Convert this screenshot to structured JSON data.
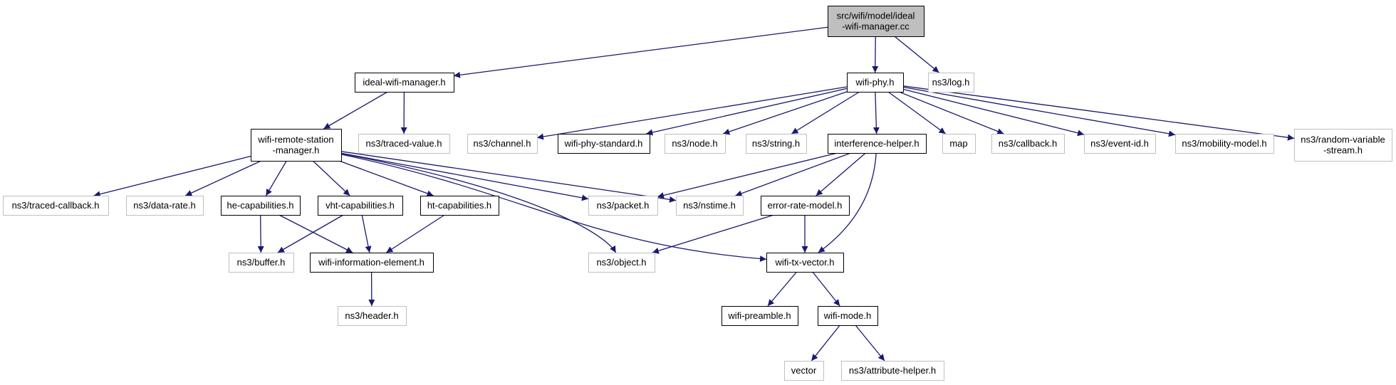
{
  "colors": {
    "edge": "#191970",
    "documented_border": "#000000",
    "undocumented_border": "#c0c0c0",
    "root_fill": "#bfbfbf",
    "fill": "#ffffff"
  },
  "nodes": [
    {
      "id": "root",
      "lines": [
        "src/wifi/model/ideal",
        "-wifi-manager.cc"
      ],
      "kind": "root"
    },
    {
      "id": "ideal_wifi_manager_h",
      "lines": [
        "ideal-wifi-manager.h"
      ],
      "kind": "documented"
    },
    {
      "id": "wifi_phy_h",
      "lines": [
        "wifi-phy.h"
      ],
      "kind": "documented"
    },
    {
      "id": "ns3_log_h",
      "lines": [
        "ns3/log.h"
      ],
      "kind": "external"
    },
    {
      "id": "wifi_remote_station_manager_h",
      "lines": [
        "wifi-remote-station",
        "-manager.h"
      ],
      "kind": "documented"
    },
    {
      "id": "ns3_traced_value_h",
      "lines": [
        "ns3/traced-value.h"
      ],
      "kind": "external"
    },
    {
      "id": "ns3_channel_h",
      "lines": [
        "ns3/channel.h"
      ],
      "kind": "external"
    },
    {
      "id": "wifi_phy_standard_h",
      "lines": [
        "wifi-phy-standard.h"
      ],
      "kind": "documented"
    },
    {
      "id": "ns3_node_h",
      "lines": [
        "ns3/node.h"
      ],
      "kind": "external"
    },
    {
      "id": "ns3_string_h",
      "lines": [
        "ns3/string.h"
      ],
      "kind": "external"
    },
    {
      "id": "interference_helper_h",
      "lines": [
        "interference-helper.h"
      ],
      "kind": "documented"
    },
    {
      "id": "map",
      "lines": [
        "map"
      ],
      "kind": "external"
    },
    {
      "id": "ns3_callback_h",
      "lines": [
        "ns3/callback.h"
      ],
      "kind": "external"
    },
    {
      "id": "ns3_event_id_h",
      "lines": [
        "ns3/event-id.h"
      ],
      "kind": "external"
    },
    {
      "id": "ns3_mobility_model_h",
      "lines": [
        "ns3/mobility-model.h"
      ],
      "kind": "external"
    },
    {
      "id": "ns3_random_variable_stream_h",
      "lines": [
        "ns3/random-variable",
        "-stream.h"
      ],
      "kind": "external"
    },
    {
      "id": "ns3_traced_callback_h",
      "lines": [
        "ns3/traced-callback.h"
      ],
      "kind": "external"
    },
    {
      "id": "ns3_data_rate_h",
      "lines": [
        "ns3/data-rate.h"
      ],
      "kind": "external"
    },
    {
      "id": "he_capabilities_h",
      "lines": [
        "he-capabilities.h"
      ],
      "kind": "documented"
    },
    {
      "id": "vht_capabilities_h",
      "lines": [
        "vht-capabilities.h"
      ],
      "kind": "documented"
    },
    {
      "id": "ht_capabilities_h",
      "lines": [
        "ht-capabilities.h"
      ],
      "kind": "documented"
    },
    {
      "id": "ns3_packet_h",
      "lines": [
        "ns3/packet.h"
      ],
      "kind": "external"
    },
    {
      "id": "ns3_nstime_h",
      "lines": [
        "ns3/nstime.h"
      ],
      "kind": "external"
    },
    {
      "id": "error_rate_model_h",
      "lines": [
        "error-rate-model.h"
      ],
      "kind": "documented"
    },
    {
      "id": "ns3_buffer_h",
      "lines": [
        "ns3/buffer.h"
      ],
      "kind": "external"
    },
    {
      "id": "wifi_information_element_h",
      "lines": [
        "wifi-information-element.h"
      ],
      "kind": "documented"
    },
    {
      "id": "ns3_object_h",
      "lines": [
        "ns3/object.h"
      ],
      "kind": "external"
    },
    {
      "id": "wifi_tx_vector_h",
      "lines": [
        "wifi-tx-vector.h"
      ],
      "kind": "documented"
    },
    {
      "id": "ns3_header_h",
      "lines": [
        "ns3/header.h"
      ],
      "kind": "external"
    },
    {
      "id": "wifi_preamble_h",
      "lines": [
        "wifi-preamble.h"
      ],
      "kind": "documented"
    },
    {
      "id": "wifi_mode_h",
      "lines": [
        "wifi-mode.h"
      ],
      "kind": "documented"
    },
    {
      "id": "vector",
      "lines": [
        "vector"
      ],
      "kind": "external"
    },
    {
      "id": "ns3_attribute_helper_h",
      "lines": [
        "ns3/attribute-helper.h"
      ],
      "kind": "external"
    }
  ],
  "edges": [
    [
      "root",
      "ideal_wifi_manager_h"
    ],
    [
      "root",
      "wifi_phy_h"
    ],
    [
      "root",
      "ns3_log_h"
    ],
    [
      "ideal_wifi_manager_h",
      "wifi_remote_station_manager_h"
    ],
    [
      "ideal_wifi_manager_h",
      "ns3_traced_value_h"
    ],
    [
      "wifi_phy_h",
      "ns3_channel_h"
    ],
    [
      "wifi_phy_h",
      "wifi_phy_standard_h"
    ],
    [
      "wifi_phy_h",
      "ns3_node_h"
    ],
    [
      "wifi_phy_h",
      "ns3_string_h"
    ],
    [
      "wifi_phy_h",
      "interference_helper_h"
    ],
    [
      "wifi_phy_h",
      "map"
    ],
    [
      "wifi_phy_h",
      "ns3_callback_h"
    ],
    [
      "wifi_phy_h",
      "ns3_event_id_h"
    ],
    [
      "wifi_phy_h",
      "ns3_mobility_model_h"
    ],
    [
      "wifi_phy_h",
      "ns3_random_variable_stream_h"
    ],
    [
      "wifi_remote_station_manager_h",
      "ns3_traced_callback_h"
    ],
    [
      "wifi_remote_station_manager_h",
      "ns3_data_rate_h"
    ],
    [
      "wifi_remote_station_manager_h",
      "he_capabilities_h"
    ],
    [
      "wifi_remote_station_manager_h",
      "vht_capabilities_h"
    ],
    [
      "wifi_remote_station_manager_h",
      "ht_capabilities_h"
    ],
    [
      "wifi_remote_station_manager_h",
      "ns3_packet_h"
    ],
    [
      "wifi_remote_station_manager_h",
      "ns3_nstime_h"
    ],
    [
      "wifi_remote_station_manager_h",
      "ns3_object_h"
    ],
    [
      "wifi_remote_station_manager_h",
      "wifi_tx_vector_h"
    ],
    [
      "interference_helper_h",
      "ns3_packet_h"
    ],
    [
      "interference_helper_h",
      "ns3_nstime_h"
    ],
    [
      "interference_helper_h",
      "error_rate_model_h"
    ],
    [
      "interference_helper_h",
      "wifi_tx_vector_h"
    ],
    [
      "he_capabilities_h",
      "ns3_buffer_h"
    ],
    [
      "he_capabilities_h",
      "wifi_information_element_h"
    ],
    [
      "vht_capabilities_h",
      "ns3_buffer_h"
    ],
    [
      "vht_capabilities_h",
      "wifi_information_element_h"
    ],
    [
      "ht_capabilities_h",
      "wifi_information_element_h"
    ],
    [
      "error_rate_model_h",
      "ns3_object_h"
    ],
    [
      "error_rate_model_h",
      "wifi_tx_vector_h"
    ],
    [
      "wifi_information_element_h",
      "ns3_header_h"
    ],
    [
      "wifi_tx_vector_h",
      "wifi_preamble_h"
    ],
    [
      "wifi_tx_vector_h",
      "wifi_mode_h"
    ],
    [
      "wifi_mode_h",
      "vector"
    ],
    [
      "wifi_mode_h",
      "ns3_attribute_helper_h"
    ]
  ]
}
